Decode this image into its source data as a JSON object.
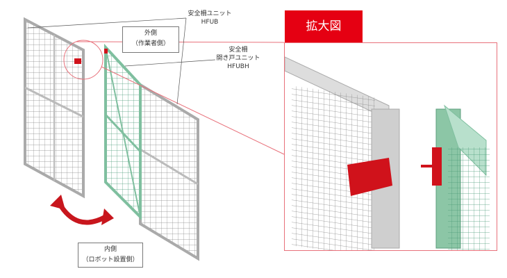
{
  "labels": {
    "outer_side": [
      "外側",
      "（作業者側）"
    ],
    "inner_side": [
      "内側",
      "（ロボット設置側）"
    ],
    "fence_unit": [
      "安全柵ユニット",
      "HFUB"
    ],
    "door_unit": [
      "安全柵",
      "開き戸ユニット",
      "HFUBH"
    ]
  },
  "zoom": {
    "title": "拡大図"
  },
  "colors": {
    "accent": "#e50012",
    "frame": "#c8c8c8",
    "door": "#7fbf9f"
  }
}
